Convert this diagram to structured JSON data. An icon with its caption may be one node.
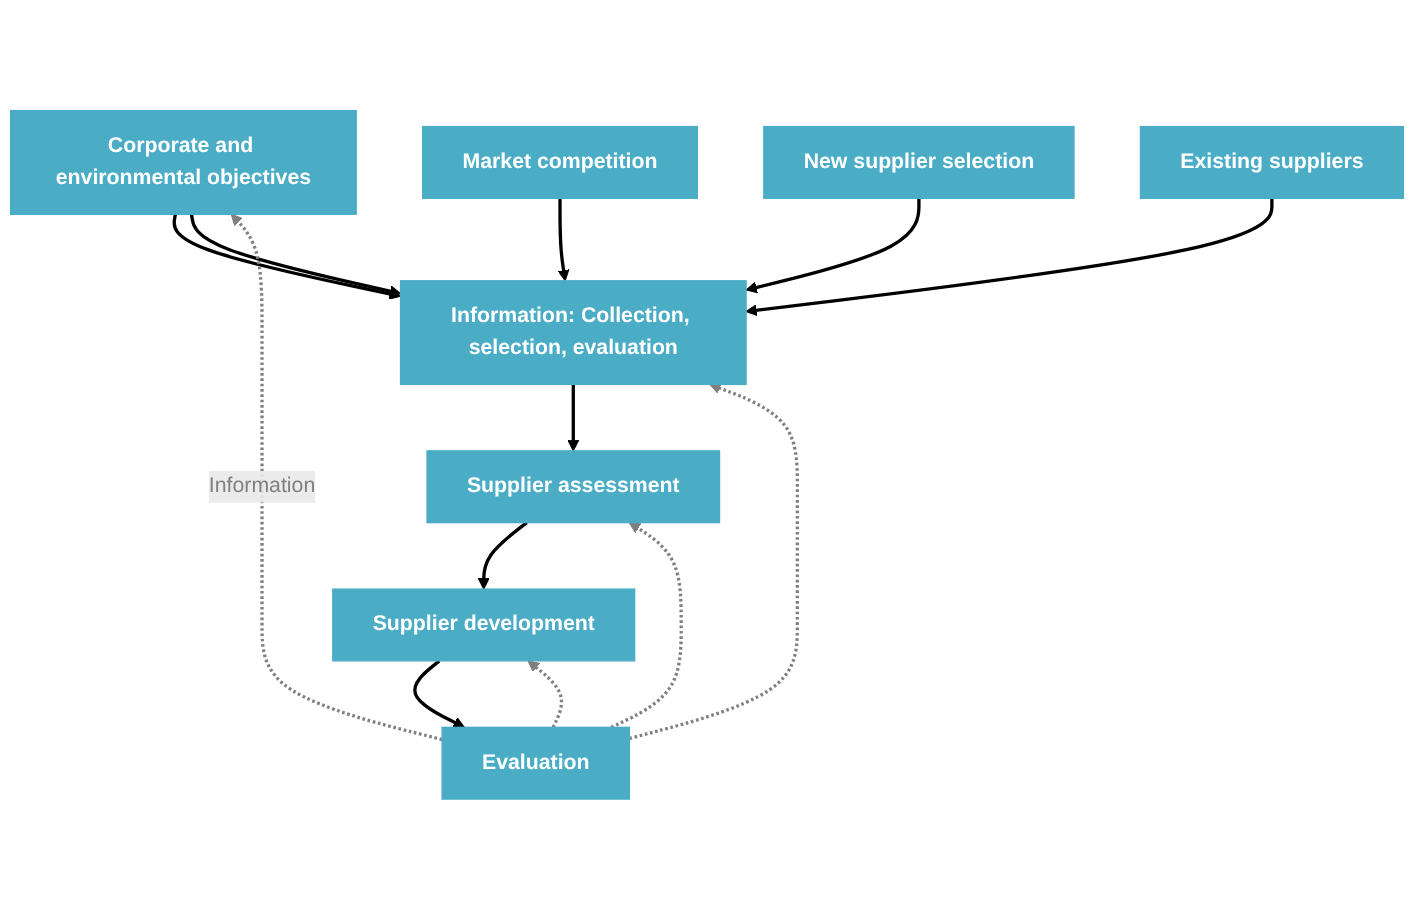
{
  "diagram": {
    "nodes": [
      {
        "text": [
          "Corporate and environmental objectives"
        ]
      },
      {
        "text": [
          "Market competition"
        ]
      },
      {
        "text": [
          "New supplier selection"
        ]
      },
      {
        "text": [
          "Existing suppliers"
        ]
      },
      {
        "text": [
          "Information: Collection, selection, evaluation"
        ]
      },
      {
        "text": [
          "Supplier assessment"
        ]
      },
      {
        "text": [
          "Supplier development"
        ]
      },
      {
        "text": [
          "Evaluation"
        ]
      }
    ],
    "edges": [
      {
        "from": 0,
        "to": 4,
        "arrow": "to"
      },
      {
        "from": 0,
        "to": 4,
        "arrow": "to"
      },
      {
        "from": 1,
        "to": 4,
        "arrow": "to"
      },
      {
        "from": 2,
        "to": 4,
        "arrow": "to"
      },
      {
        "from": 3,
        "to": 4,
        "arrow": "to"
      },
      {
        "from": 4,
        "to": 5,
        "arrow": "to"
      },
      {
        "from": 5,
        "to": 6,
        "arrow": "to"
      },
      {
        "from": 6,
        "to": 7,
        "arrow": "to"
      },
      {
        "from": 7,
        "to": 0,
        "arrow": "to",
        "style": "dashed",
        "color": "#808080",
        "label": "Information"
      },
      {
        "from": 7,
        "to": 4,
        "arrow": "to",
        "style": "dashed",
        "color": "#808080"
      },
      {
        "from": 7,
        "to": 5,
        "arrow": "to",
        "style": "dashed",
        "color": "#808080"
      },
      {
        "from": 7,
        "to": 6,
        "arrow": "to",
        "style": "dashed",
        "color": "#808080"
      }
    ]
  }
}
